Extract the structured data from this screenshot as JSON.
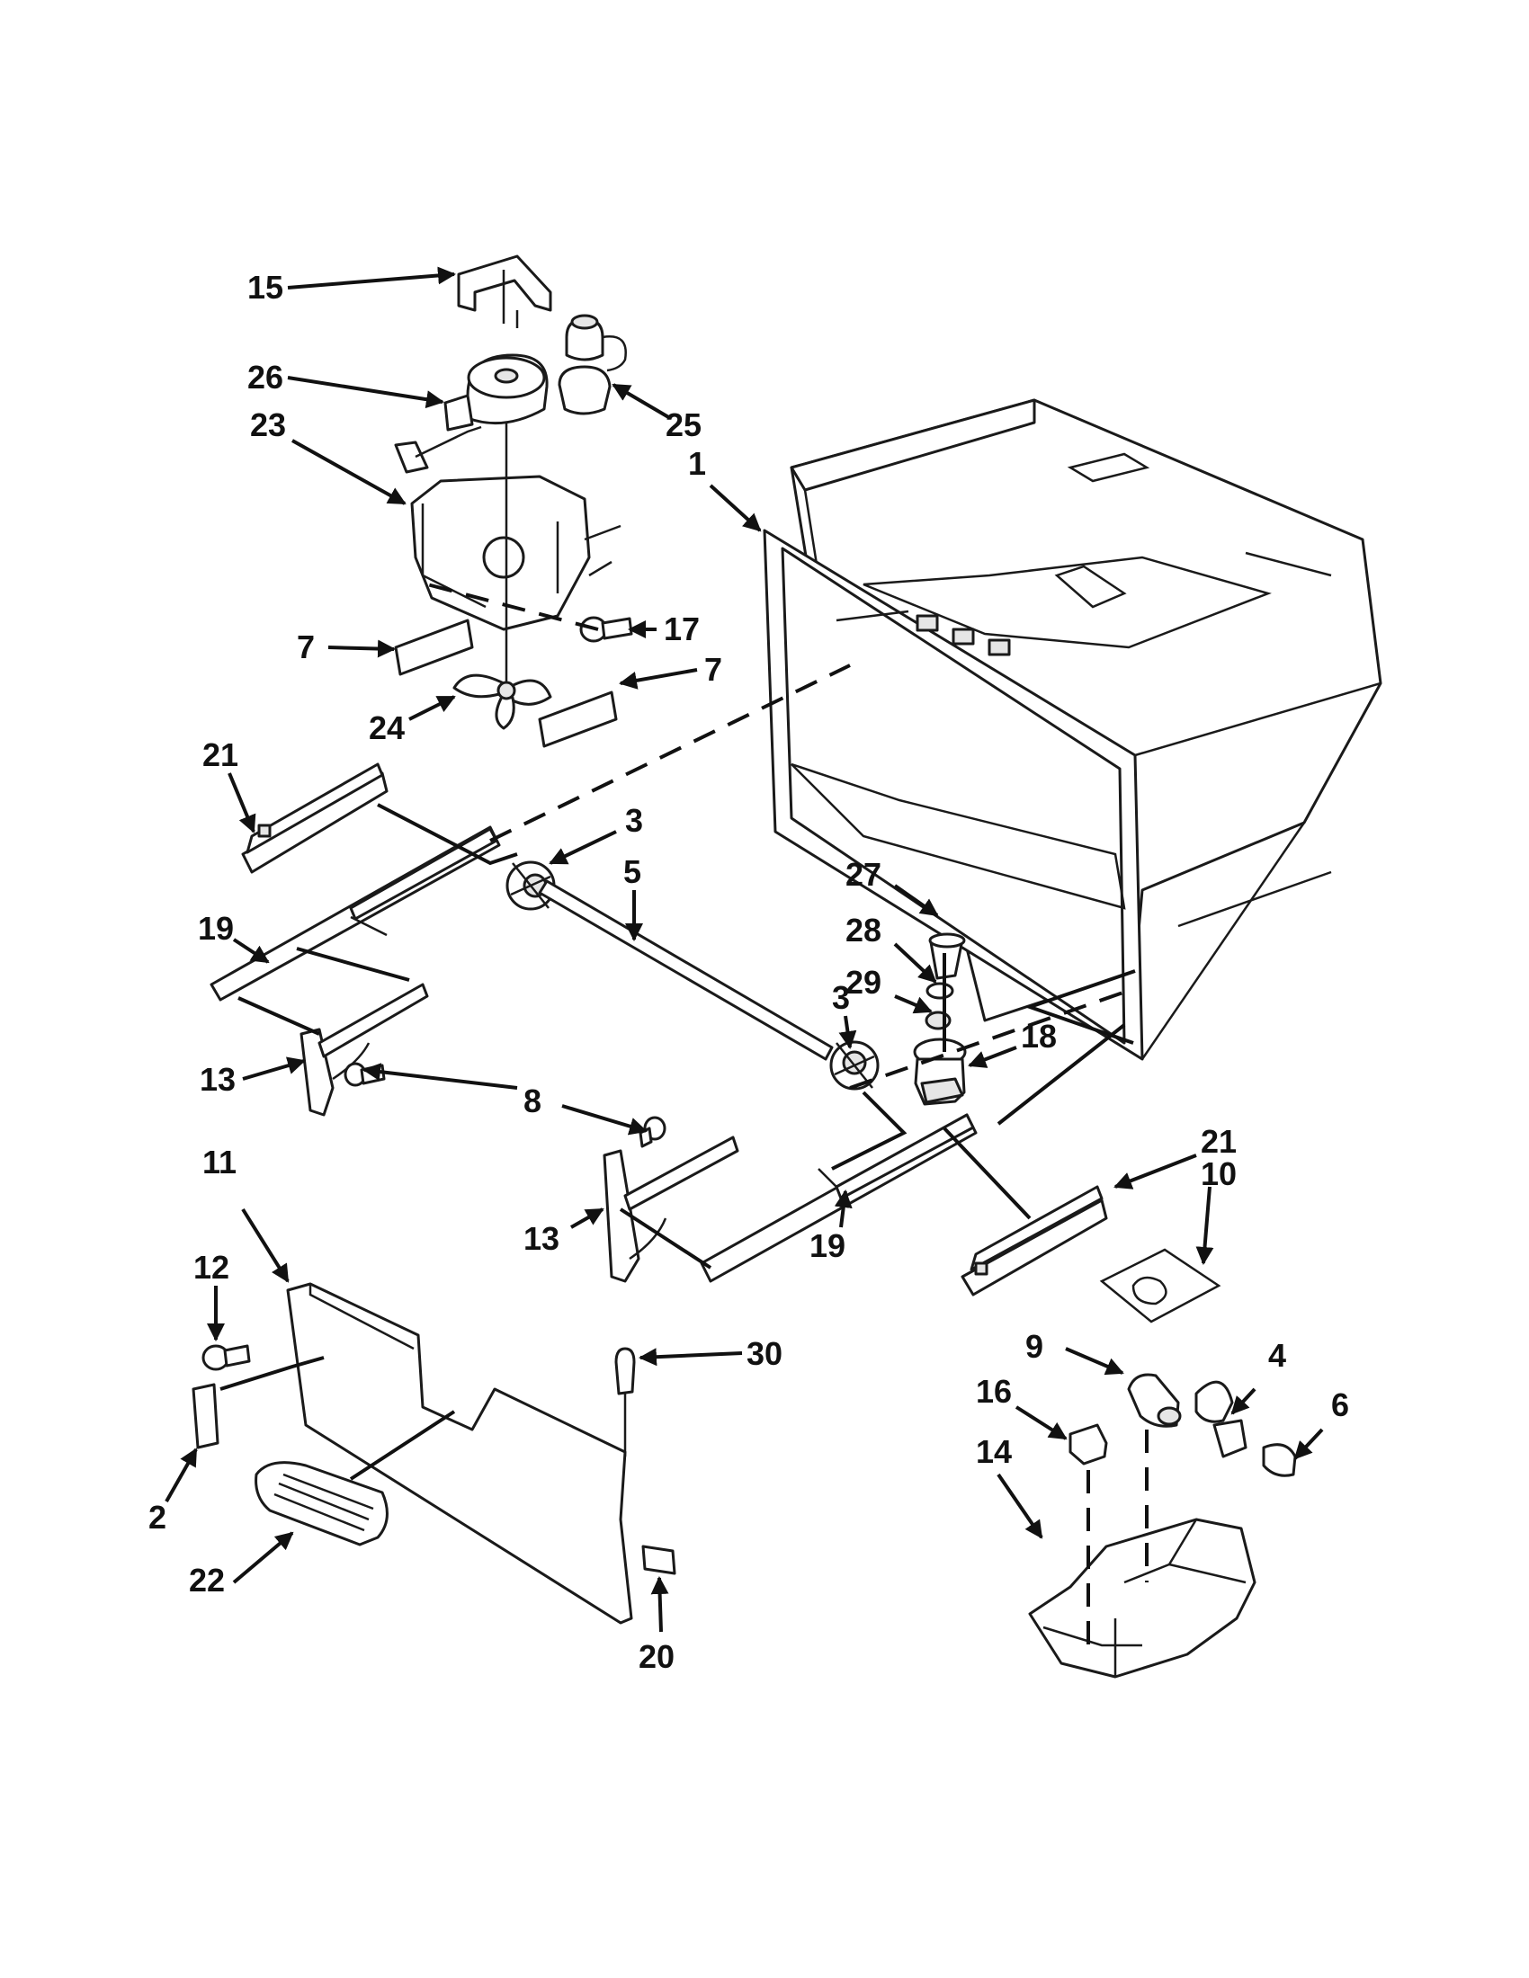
{
  "diagram": {
    "callouts": [
      {
        "id": "c1",
        "label": "1"
      },
      {
        "id": "c2",
        "label": "2"
      },
      {
        "id": "c3a",
        "label": "3"
      },
      {
        "id": "c3b",
        "label": "3"
      },
      {
        "id": "c4",
        "label": "4"
      },
      {
        "id": "c5",
        "label": "5"
      },
      {
        "id": "c6",
        "label": "6"
      },
      {
        "id": "c7a",
        "label": "7"
      },
      {
        "id": "c7b",
        "label": "7"
      },
      {
        "id": "c8",
        "label": "8"
      },
      {
        "id": "c9",
        "label": "9"
      },
      {
        "id": "c10",
        "label": "10"
      },
      {
        "id": "c11",
        "label": "11"
      },
      {
        "id": "c12",
        "label": "12"
      },
      {
        "id": "c13a",
        "label": "13"
      },
      {
        "id": "c13b",
        "label": "13"
      },
      {
        "id": "c14",
        "label": "14"
      },
      {
        "id": "c15",
        "label": "15"
      },
      {
        "id": "c16",
        "label": "16"
      },
      {
        "id": "c17",
        "label": "17"
      },
      {
        "id": "c18",
        "label": "18"
      },
      {
        "id": "c19a",
        "label": "19"
      },
      {
        "id": "c19b",
        "label": "19"
      },
      {
        "id": "c20",
        "label": "20"
      },
      {
        "id": "c21a",
        "label": "21"
      },
      {
        "id": "c21b",
        "label": "21"
      },
      {
        "id": "c22",
        "label": "22"
      },
      {
        "id": "c23",
        "label": "23"
      },
      {
        "id": "c24",
        "label": "24"
      },
      {
        "id": "c25",
        "label": "25"
      },
      {
        "id": "c26",
        "label": "26"
      },
      {
        "id": "c27",
        "label": "27"
      },
      {
        "id": "c28",
        "label": "28"
      },
      {
        "id": "c29",
        "label": "29"
      },
      {
        "id": "c30",
        "label": "30"
      }
    ]
  }
}
